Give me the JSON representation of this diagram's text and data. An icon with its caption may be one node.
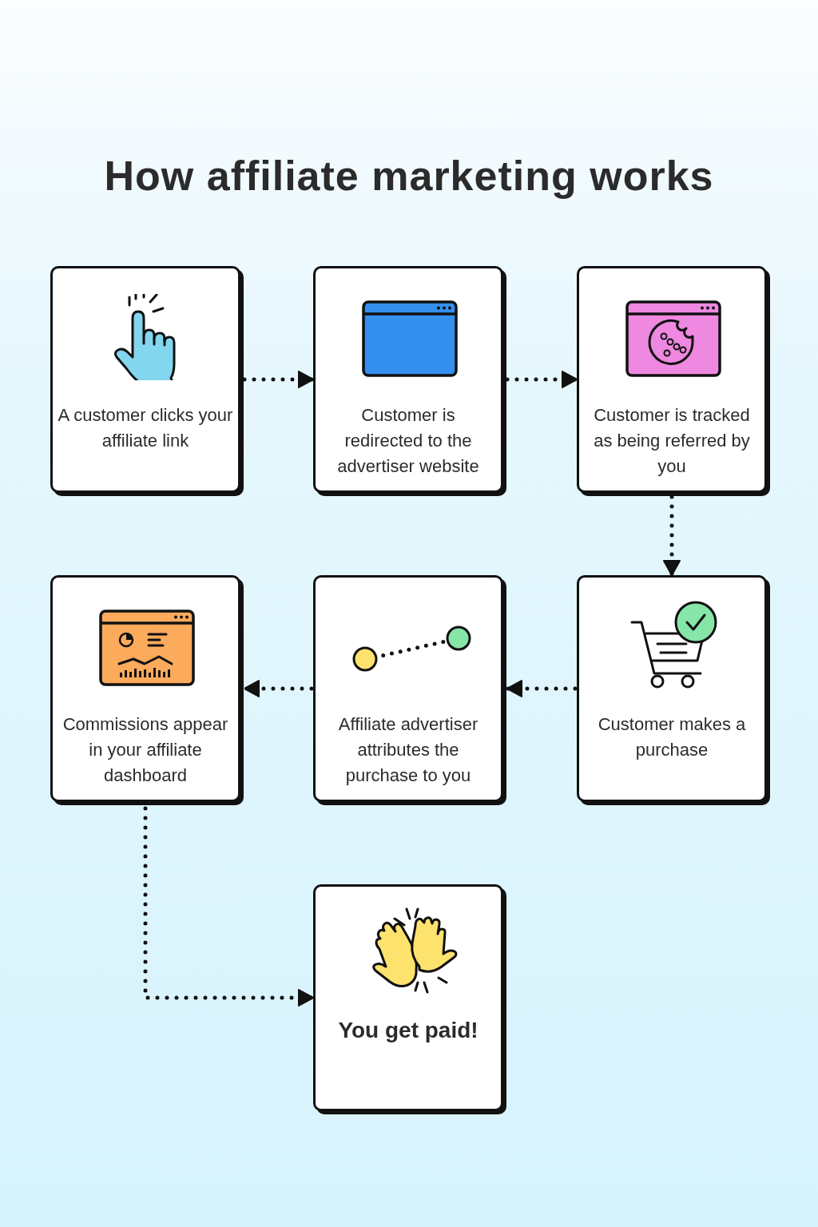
{
  "diagram": {
    "title": "How affiliate marketing works",
    "nodes": [
      {
        "text": [
          "A customer clicks your affiliate link"
        ]
      },
      {
        "text": [
          "Customer is redirected to the advertiser website"
        ]
      },
      {
        "text": [
          "Customer is tracked as being referred by you"
        ]
      },
      {
        "text": [
          "Commissions appear in your affiliate dashboard"
        ]
      },
      {
        "text": [
          "Affiliate advertiser attributes the purchase to you"
        ]
      },
      {
        "text": [
          "Customer makes a purchase"
        ]
      },
      {
        "text": [
          "You get paid!"
        ]
      }
    ],
    "edges": [
      {
        "from": 0,
        "to": 1,
        "arrow": "to"
      },
      {
        "from": 1,
        "to": 2,
        "arrow": "to"
      },
      {
        "from": 2,
        "to": 5,
        "arrow": "to"
      },
      {
        "from": 5,
        "to": 4,
        "arrow": "to"
      },
      {
        "from": 4,
        "to": 3,
        "arrow": "to"
      },
      {
        "from": 3,
        "to": 6,
        "arrow": "to"
      }
    ]
  }
}
